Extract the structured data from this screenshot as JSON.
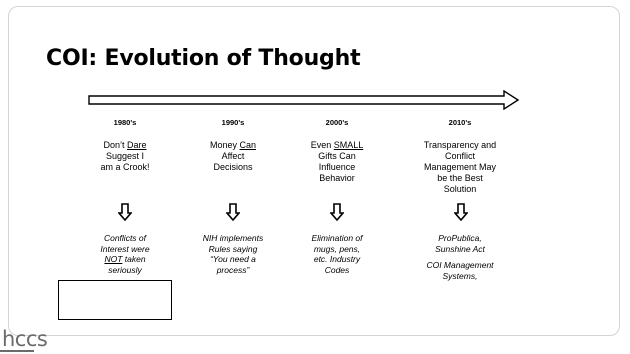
{
  "slide": {
    "title": "COI: Evolution of Thought"
  },
  "timeline": {
    "eras": [
      {
        "label": "1980's",
        "statement_html": "Don’t <u>Dare</u><br>Suggest I<br>am a Crook!",
        "result_html": "Conflicts of<br>Interest were<br><u>NOT</u> taken<br>seriously"
      },
      {
        "label": "1990's",
        "statement_html": "Money <u>Can</u><br>Affect<br>Decisions",
        "result_html": "NIH implements<br>Rules saying<br>“You need a<br>process”"
      },
      {
        "label": "2000's",
        "statement_html": "Even <u>SMALL</u><br>Gifts Can<br>Influence<br>Behavior",
        "result_html": "Elimination of<br>mugs, pens,<br>etc. Industry<br>Codes"
      },
      {
        "label": "2010's",
        "statement_html": "Transparency and<br>Conflict<br>Management May<br>be the Best<br>Solution",
        "result_html": "ProPublica,<br>Sunshine Act<br><span style=\"display:block;height:6px\"></span>COI Management<br>Systems,"
      }
    ]
  },
  "footer": {
    "logo_text": "hccs"
  }
}
